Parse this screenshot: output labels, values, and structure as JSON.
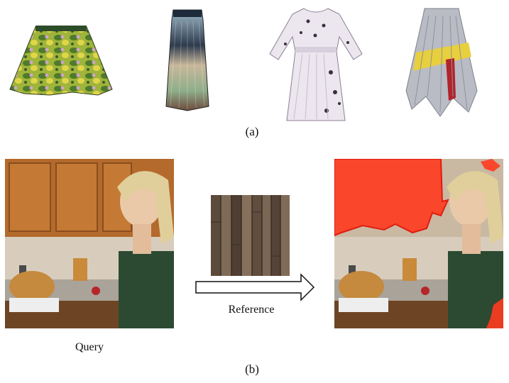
{
  "panel_a": {
    "caption": "(a)",
    "items": [
      {
        "kind": "skirt",
        "palette": [
          "#9fb43a",
          "#4e7a2c",
          "#e0d64a",
          "#cfa4c8"
        ]
      },
      {
        "kind": "maxi-skirt",
        "palette": [
          "#9db8c6",
          "#2e3b4e",
          "#c8b79a",
          "#8fae8a"
        ]
      },
      {
        "kind": "dress",
        "palette": [
          "#ece6ee",
          "#c9bcd0",
          "#3a2f3f"
        ]
      },
      {
        "kind": "pleated-skirt",
        "palette": [
          "#b9bcc4",
          "#e8cf3d",
          "#b2242b"
        ]
      }
    ]
  },
  "panel_b": {
    "caption": "(b)",
    "query_label": "Query",
    "reference_label": "Reference",
    "highlight_color": "#ff3b1f"
  }
}
